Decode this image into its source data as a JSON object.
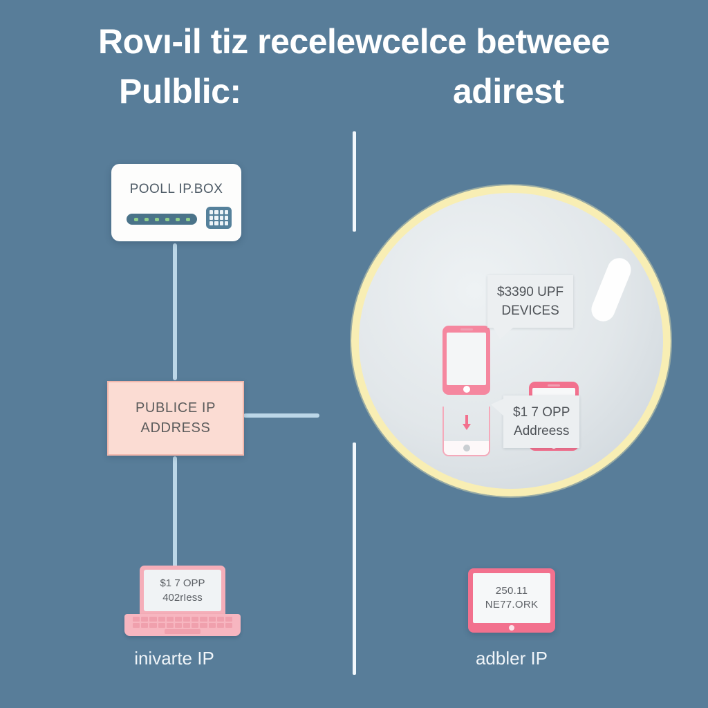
{
  "title": {
    "line1": "Rovı-il tiz recelewcelce betweee",
    "left": "Pulblic:",
    "right": "adirest"
  },
  "router": {
    "label": "POOLL IP.BOX",
    "status_bar_icon": "led-status-bar",
    "keypad_icon": "grid-keypad-icon"
  },
  "public_box": {
    "line1": "PUBLICE IP",
    "line2": "ADDRESS"
  },
  "laptop": {
    "screen_line1": "$1 7 OPP",
    "screen_line2": "402rIess"
  },
  "tablet": {
    "screen_line1": "250.11",
    "screen_line2": "NE77.ORK"
  },
  "callouts": {
    "devices": {
      "line1": "$3390 UPF",
      "line2": "DEVICES"
    },
    "address": {
      "line1": "$1 7 OPP",
      "line2": "Addreess"
    }
  },
  "captions": {
    "left": "inivarte IP",
    "right": "adbler IP"
  },
  "colors": {
    "background": "#587d99",
    "accent_pink": "#f2718e",
    "soft_pink": "#f5aeb9",
    "pale_pink_box": "#fbdcd3",
    "bubble_ring": "#f8eeb4",
    "bubble_fill": "#e2e7ea",
    "connector_blue": "#bcd7e8",
    "divider_white": "#f2f7fb",
    "router_teal": "#4a7389",
    "led_green": "#8fd08a",
    "text_dark": "#4e5257",
    "text_light": "#f0f5f9"
  }
}
